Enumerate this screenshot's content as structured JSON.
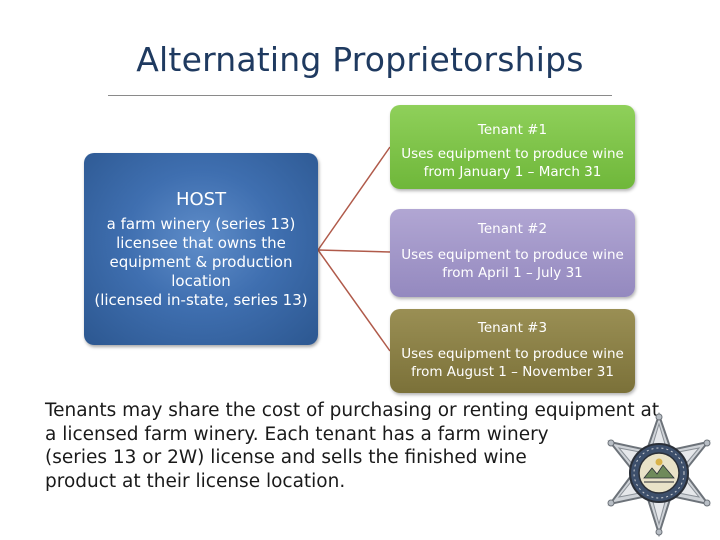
{
  "title": "Alternating Proprietorships",
  "host": {
    "title": "HOST",
    "lines": [
      "a farm winery (series 13)",
      "licensee that owns the",
      "equipment & production",
      "location",
      "(licensed in-state, series 13)"
    ]
  },
  "tenants": [
    {
      "name": "Tenant #1",
      "desc1": "Uses equipment to produce wine",
      "desc2": "from January 1 – March 31",
      "color": "#7cc245"
    },
    {
      "name": "Tenant #2",
      "desc1": "Uses equipment to produce wine",
      "desc2": "from April 1 – July 31",
      "color": "#a398c9"
    },
    {
      "name": "Tenant #3",
      "desc1": "Uses equipment to produce wine",
      "desc2": "from August 1 – November 31",
      "color": "#8a7f45"
    }
  ],
  "connector_color": "#b05a4a",
  "footer": {
    "lines": [
      "Tenants may share the cost of purchasing or renting equipment at",
      "a licensed farm winery. Each tenant has a farm winery",
      "(series 13 or 2W) license and sells the finished wine",
      "product at their license location."
    ]
  },
  "badge_icon": "star-badge-seal"
}
